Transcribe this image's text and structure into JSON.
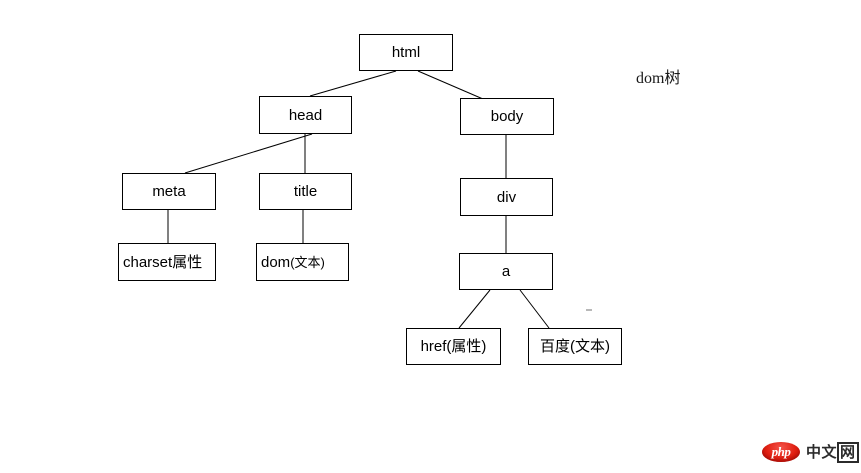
{
  "diagram": {
    "caption": "dom树",
    "nodes": {
      "html": "html",
      "head": "head",
      "body": "body",
      "meta": "meta",
      "title": "title",
      "charset": "charset属性",
      "domtext_main": "dom",
      "domtext_sub": "(文本)",
      "div": "div",
      "a": "a",
      "href": "href(属性)",
      "baidu": "百度(文本)"
    },
    "edges": [
      {
        "from": "html",
        "to": "head"
      },
      {
        "from": "html",
        "to": "body"
      },
      {
        "from": "head",
        "to": "meta"
      },
      {
        "from": "head",
        "to": "title"
      },
      {
        "from": "meta",
        "to": "charset"
      },
      {
        "from": "title",
        "to": "domtext"
      },
      {
        "from": "body",
        "to": "div"
      },
      {
        "from": "div",
        "to": "a"
      },
      {
        "from": "a",
        "to": "href"
      },
      {
        "from": "a",
        "to": "baidu"
      }
    ],
    "colors": {
      "background": "#ffffff",
      "stroke": "#000000",
      "text": "#000000"
    }
  },
  "watermark": {
    "badge_text": "php",
    "text_cn": "中文",
    "text_boxed": "网",
    "badge_color": "#e11f11"
  }
}
